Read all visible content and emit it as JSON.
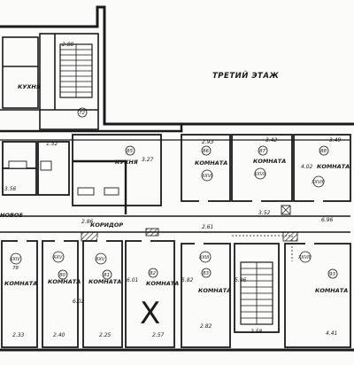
{
  "plan": {
    "floor_title": "ТРЕТИЙ ЭТАЖ",
    "room_word": "КОМНАТА",
    "kitchen_word": "КУХНЯ",
    "corridor_word": "КОРИДОР",
    "hall_fragment": "НОВОЕ",
    "mark": "X"
  },
  "rooms": [
    {
      "key": "r26",
      "roman": "XXVI",
      "num": "86"
    },
    {
      "key": "r27",
      "roman": "XXVII",
      "num": "87"
    },
    {
      "key": "r28",
      "roman": "XXVIII",
      "num": "88"
    },
    {
      "key": "r24",
      "roman": "XXIV",
      "num": "78"
    },
    {
      "key": "r25",
      "roman": "XXV",
      "num": "80"
    },
    {
      "key": "r25b",
      "roman": "XXV",
      "num": "81"
    },
    {
      "key": "r82",
      "roman": "",
      "num": "82"
    },
    {
      "key": "r23",
      "roman": "XXIII",
      "num": "83"
    },
    {
      "key": "r29",
      "roman": "XXVIII",
      "num": "93"
    },
    {
      "key": "kitchen",
      "roman": "",
      "num": "85"
    },
    {
      "key": "kitchen_w",
      "roman": "",
      "num": "72"
    }
  ],
  "dims": [
    "2.88",
    "1.52",
    "3.27",
    "2.93",
    "3.42",
    "3.49",
    "4.02",
    "2.86",
    "3.52",
    "2.61",
    "2.33",
    "2.40",
    "2.25",
    "2.57",
    "2.82",
    "2.58",
    "4.41",
    "6.02",
    "6.01",
    "5.82",
    "5.96",
    "3.56",
    "6.96"
  ],
  "legend": {
    "colors": {
      "ink": "#1a1a1a",
      "paper": "#fbfbf9",
      "faint": "#6b6b6b"
    }
  }
}
